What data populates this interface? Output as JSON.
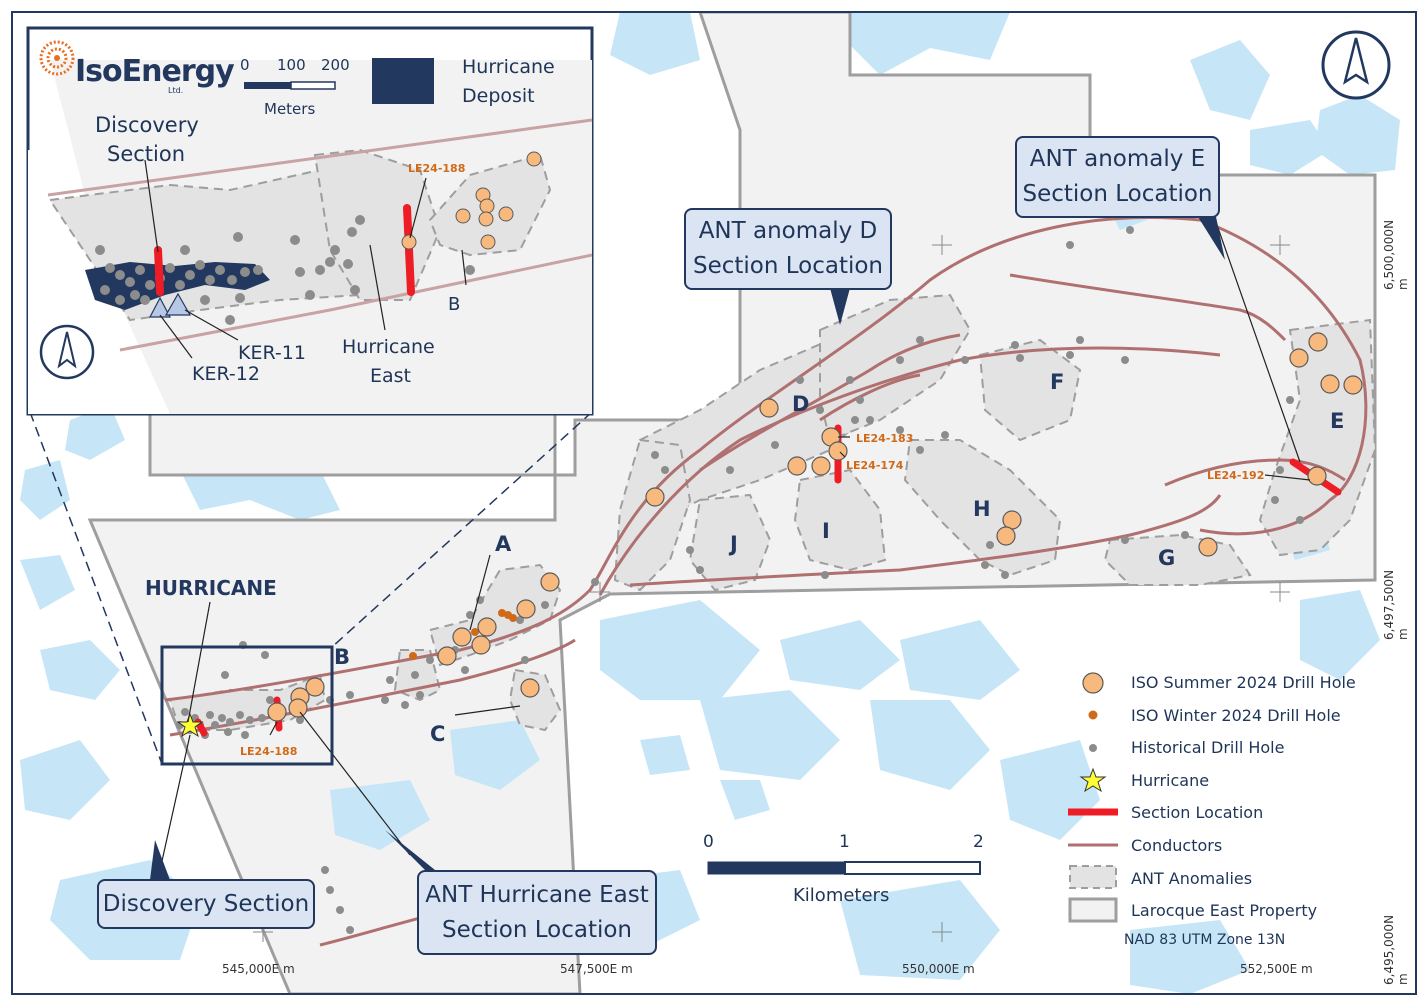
{
  "brand": {
    "name": "IsoEnergy",
    "sub": "Ltd."
  },
  "inset": {
    "scale_ticks": [
      "0",
      "100",
      "200"
    ],
    "scale_unit": "Meters",
    "deposit_label": [
      "Hurricane",
      "Deposit"
    ],
    "discovery_label": [
      "Discovery",
      "Section"
    ],
    "hole_label": "LE24-188",
    "ker11": "KER-11",
    "ker12": "KER-12",
    "hurricane_east": [
      "Hurricane",
      "East"
    ],
    "b_label": "B"
  },
  "callouts": {
    "anomaly_d": [
      "ANT anomaly D",
      "Section Location"
    ],
    "anomaly_e": [
      "ANT anomaly E",
      "Section Location"
    ],
    "discovery": "Discovery Section",
    "hurricane_east": [
      "ANT Hurricane East",
      "Section Location"
    ]
  },
  "map_labels": {
    "hurricane": "HURRICANE",
    "anomalies": [
      "A",
      "B",
      "C",
      "D",
      "E",
      "F",
      "G",
      "H",
      "I",
      "J"
    ],
    "holes": [
      "LE24-183",
      "LE24-174",
      "LE24-192",
      "LE24-188"
    ]
  },
  "scale": {
    "ticks": [
      "0",
      "1",
      "2"
    ],
    "unit": "Kilometers"
  },
  "coords": {
    "easting": [
      "545,000E m",
      "547,500E m",
      "550,000E m",
      "552,500E m"
    ],
    "northing": [
      "6,500,000N m",
      "6,497,500N m",
      "6,495,000N m"
    ]
  },
  "legend": {
    "items": [
      "ISO Summer 2024 Drill Hole",
      "ISO Winter 2024 Drill Hole",
      "Historical Drill Hole",
      "Hurricane",
      "Section Location",
      "Conductors",
      "ANT Anomalies",
      "Larocque East Property"
    ],
    "projection": "NAD 83 UTM Zone 13N"
  },
  "colors": {
    "water": "#c6e6f7",
    "property": "#f2f2f2",
    "anomaly": "#e3e3e3",
    "summer_hole": "#f7b97e",
    "winter_hole": "#d06a19",
    "historical_hole": "#8c8c8c",
    "section": "#ee1c24",
    "conductor": "#b07070",
    "deposit": "#22385f",
    "frame": "#22385f"
  },
  "icons": {
    "north_arrow": "north-arrow-icon",
    "hurricane_star": "star-icon"
  }
}
